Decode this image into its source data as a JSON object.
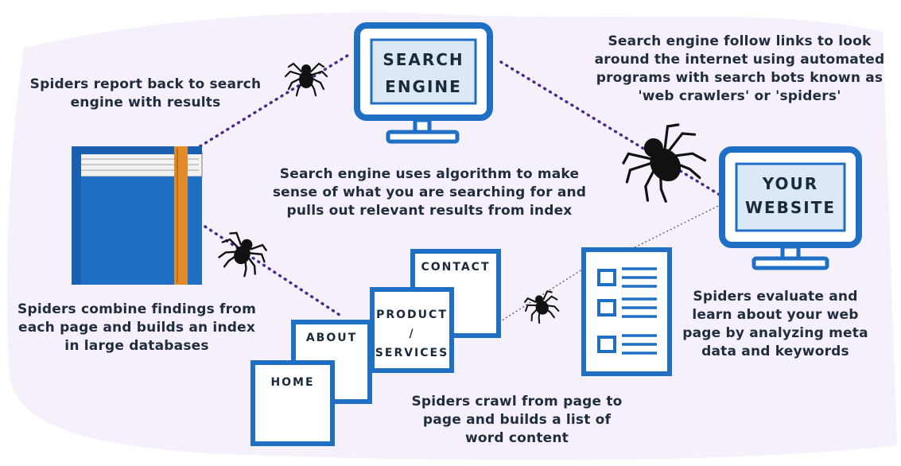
{
  "colors": {
    "primary": "#1f6fc5",
    "dots": "#4a2a8a",
    "spine": "#e08a2a",
    "background": "#f5f0fa"
  },
  "captions": {
    "report": "Spiders report back to search engine with results",
    "follow": "Search engine follow links to look around the internet using automated programs with search bots known as 'web crawlers' or 'spiders'",
    "algorithm": "Search engine uses algorithm to make sense of what you are searching for and pulls out relevant results from index",
    "combine": "Spiders combine findings from each page and builds an index in large databases",
    "evaluate": "Spiders evaluate and learn about your web page by analyzing meta data and keywords",
    "crawl": "Spiders crawl from page to page and builds a list of word content"
  },
  "labels": {
    "search_engine": [
      "SEARCH",
      "ENGINE"
    ],
    "your_website": [
      "YOUR",
      "WEBSITE"
    ],
    "pages": {
      "home": "HOME",
      "about": "ABOUT",
      "product": [
        "PRODUCT",
        "/",
        "SERVICES"
      ],
      "contact": "CONTACT"
    }
  },
  "icons": [
    "monitor-icon",
    "book-icon",
    "spider-icon",
    "document-list-icon",
    "page-icon"
  ]
}
